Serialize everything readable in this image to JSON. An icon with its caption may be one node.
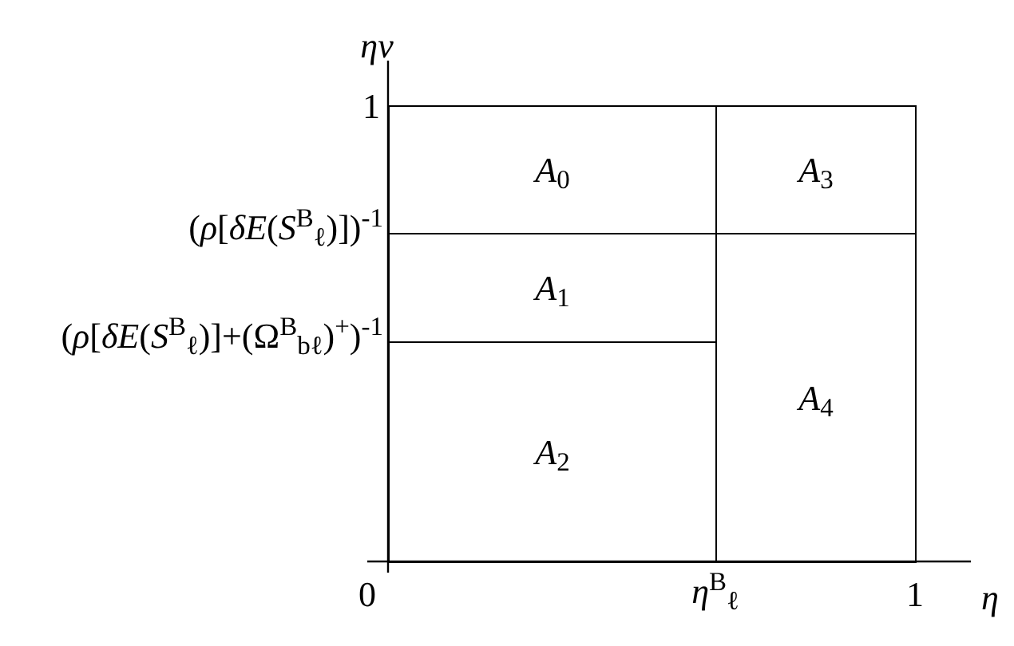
{
  "diagram": {
    "nodes": [
      {
        "text": [
          "*A*$_{0}$"
        ]
      },
      {
        "text": [
          "*A*$_{1}$"
        ]
      },
      {
        "text": [
          "*A*$_{2}$"
        ]
      },
      {
        "text": [
          "*A*$_{3}$"
        ]
      },
      {
        "text": [
          "*A*$_{4}$"
        ]
      }
    ],
    "labels": [
      "*ην*",
      "1",
      "(*ρ*[*δE*(*S*$^{B}$$_{ℓ}$)])$^{-1}$",
      "(*ρ*[*δE*(*S*$^{B}$$_{ℓ}$)]+(Ω$^{B}$$_{bℓ}$)$^{+}$)$^{-1}$",
      "0",
      "*η*$^{B}$$_{ℓ}$",
      "1",
      "*η*"
    ]
  }
}
